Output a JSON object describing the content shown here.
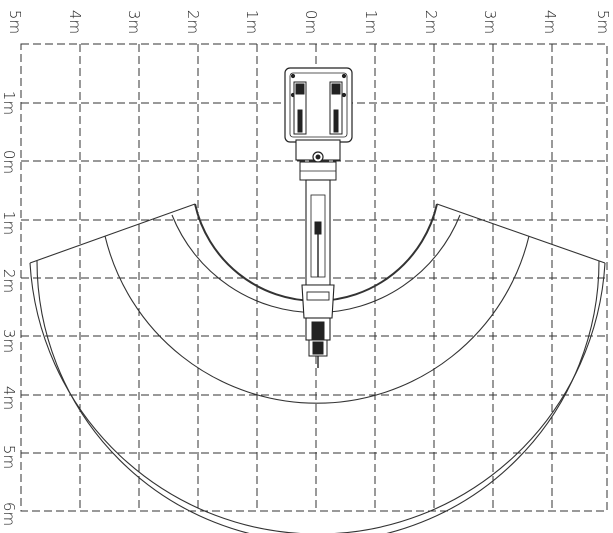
{
  "top_axis": {
    "labels": [
      "5m",
      "4m",
      "3m",
      "2m",
      "1m",
      "0m",
      "1m",
      "2m",
      "3m",
      "4m",
      "5m"
    ]
  },
  "left_axis": {
    "labels": [
      "1m",
      "0m",
      "1m",
      "2m",
      "3m",
      "4m",
      "5m",
      "6m"
    ]
  },
  "colors": {
    "line": "#333333",
    "background": "#ffffff"
  }
}
